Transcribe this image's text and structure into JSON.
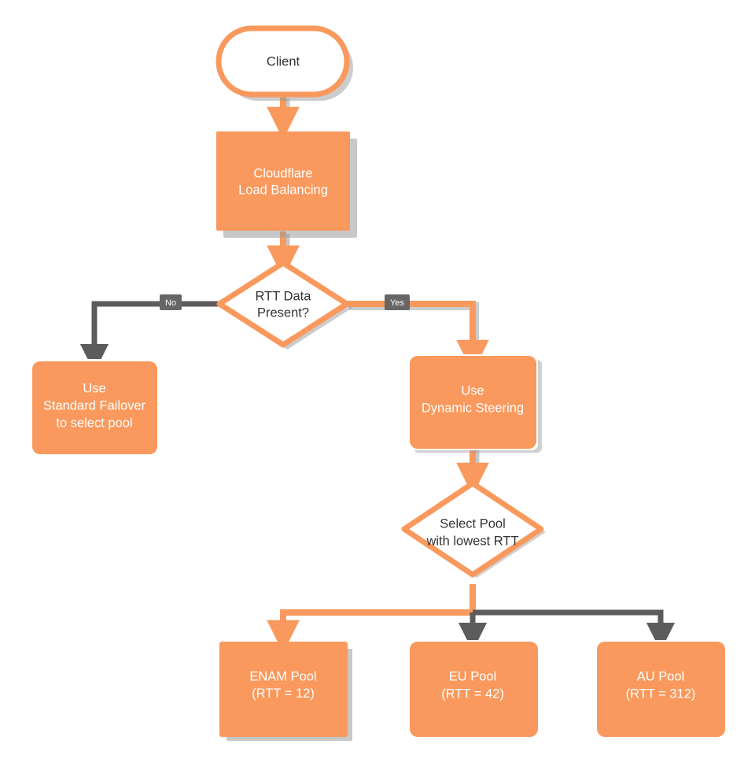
{
  "diagram": {
    "title": "Cloudflare Load Balancing RTT steering flowchart",
    "type": "flowchart",
    "background": "#ffffff",
    "colors": {
      "accent_orange": "#f9995d",
      "node_fill_orange": "#f9995d",
      "node_fill_white": "#ffffff",
      "node_border_orange": "#f9995d",
      "edge_gray": "#5c5c5c",
      "edge_orange": "#f9995d",
      "shadow_gray": "#9a9a9a",
      "text_on_orange": "#ffffff",
      "text_on_white": "#333333",
      "label_box_gray": "#666666"
    },
    "nodes": [
      {
        "id": "client",
        "shape": "stadium",
        "fill": "white",
        "lines": [
          "Client"
        ]
      },
      {
        "id": "cloudflare-lb",
        "shape": "rect",
        "fill": "orange",
        "lines": [
          "Cloudflare",
          "Load Balancing"
        ]
      },
      {
        "id": "rtt-data-present",
        "shape": "diamond",
        "fill": "white",
        "lines": [
          "RTT Data",
          "Present?"
        ]
      },
      {
        "id": "standard-failover",
        "shape": "rounded-rect",
        "fill": "orange",
        "lines": [
          "Use",
          "Standard Failover",
          "to select pool"
        ]
      },
      {
        "id": "dynamic-steering",
        "shape": "rounded-rect",
        "fill": "orange",
        "lines": [
          "Use",
          "Dynamic Steering"
        ]
      },
      {
        "id": "select-pool-lowest-rtt",
        "shape": "diamond",
        "fill": "white",
        "lines": [
          "Select Pool",
          "with lowest RTT"
        ]
      },
      {
        "id": "enam-pool",
        "shape": "rect",
        "fill": "orange",
        "lines": [
          "ENAM Pool",
          "(RTT = 12)"
        ],
        "emphasis_line": 1,
        "emphasis_text": "RTT = 12",
        "paren_open": "(",
        "paren_close": ")"
      },
      {
        "id": "eu-pool",
        "shape": "rounded-rect",
        "fill": "orange",
        "lines": [
          "EU Pool",
          "(RTT = 42)"
        ]
      },
      {
        "id": "au-pool",
        "shape": "rounded-rect",
        "fill": "orange",
        "lines": [
          "AU Pool",
          "(RTT = 312)"
        ]
      }
    ],
    "edge_labels": {
      "no": "No",
      "yes": "Yes"
    },
    "edges": [
      {
        "from": "client",
        "to": "cloudflare-lb",
        "color": "orange",
        "label": ""
      },
      {
        "from": "cloudflare-lb",
        "to": "rtt-data-present",
        "color": "orange",
        "label": ""
      },
      {
        "from": "rtt-data-present",
        "to": "standard-failover",
        "color": "gray",
        "label": "No"
      },
      {
        "from": "rtt-data-present",
        "to": "dynamic-steering",
        "color": "orange",
        "label": "Yes"
      },
      {
        "from": "dynamic-steering",
        "to": "select-pool-lowest-rtt",
        "color": "orange",
        "label": ""
      },
      {
        "from": "select-pool-lowest-rtt",
        "to": "enam-pool",
        "color": "orange",
        "label": ""
      },
      {
        "from": "select-pool-lowest-rtt",
        "to": "eu-pool",
        "color": "gray",
        "label": ""
      },
      {
        "from": "select-pool-lowest-rtt",
        "to": "au-pool",
        "color": "gray",
        "label": ""
      }
    ]
  }
}
